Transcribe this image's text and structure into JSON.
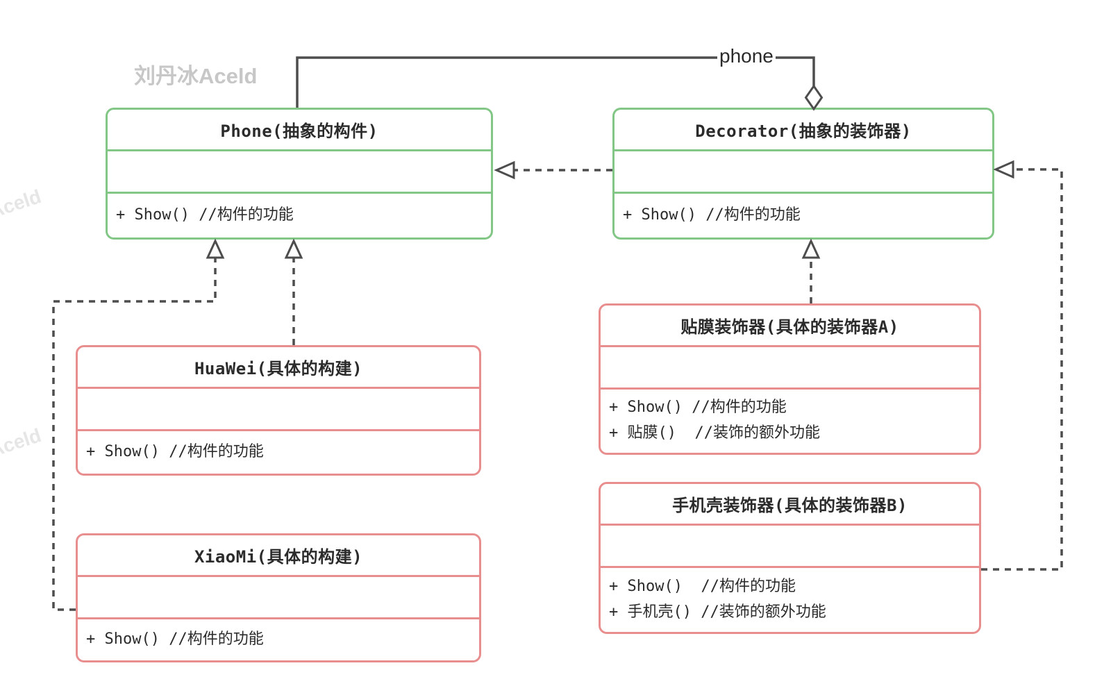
{
  "watermark": {
    "main": "刘丹冰Aceld",
    "side": "Aceld"
  },
  "colors": {
    "green": "#82c785",
    "red": "#e98e8e",
    "line": "#4d4d4d",
    "text": "#2b2b2b"
  },
  "classes": [
    {
      "id": "phone",
      "title": "Phone(抽象的构件)",
      "methods": [
        "+ Show() //构件的功能"
      ]
    },
    {
      "id": "decorator",
      "title": "Decorator(抽象的装饰器)",
      "methods": [
        "+ Show() //构件的功能"
      ]
    },
    {
      "id": "huawei",
      "title": "HuaWei(具体的构建)",
      "methods": [
        "+ Show() //构件的功能"
      ]
    },
    {
      "id": "xiaomi",
      "title": "XiaoMi(具体的构建)",
      "methods": [
        "+ Show() //构件的功能"
      ]
    },
    {
      "id": "decorator-a",
      "title": "贴膜装饰器(具体的装饰器A)",
      "methods": [
        "+ Show() //构件的功能",
        "+ 贴膜()  //装饰的额外功能"
      ]
    },
    {
      "id": "decorator-b",
      "title": "手机壳装饰器(具体的装饰器B)",
      "methods": [
        "+ Show()  //构件的功能",
        "+ 手机壳() //装饰的额外功能"
      ]
    }
  ],
  "relations": {
    "aggregation_label": "phone"
  }
}
